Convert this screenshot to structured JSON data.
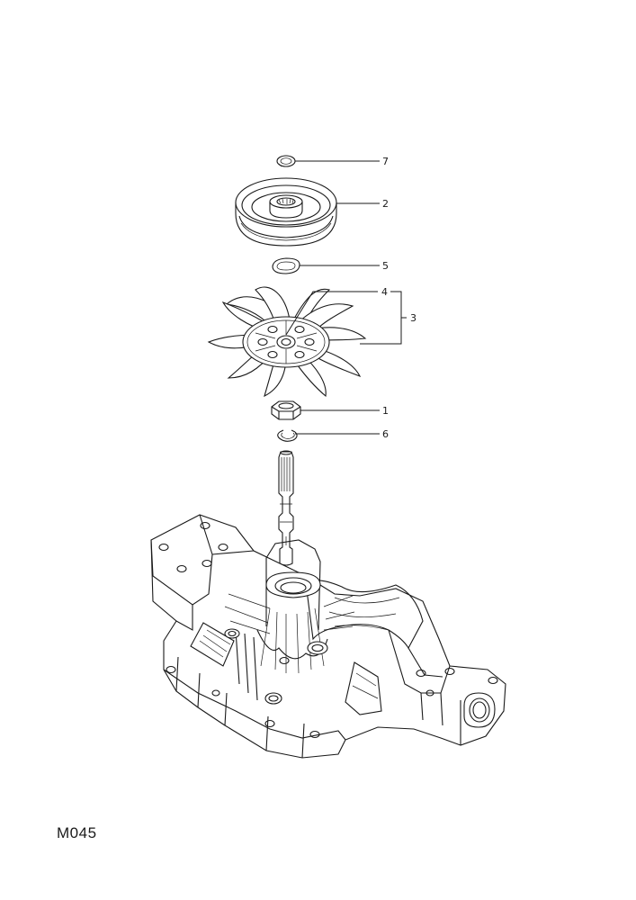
{
  "figure": {
    "code": "M045"
  },
  "callouts": [
    {
      "number": "7",
      "part": "retaining-ring"
    },
    {
      "number": "2",
      "part": "pulley"
    },
    {
      "number": "5",
      "part": "washer"
    },
    {
      "number": "4",
      "part": "fan-hub"
    },
    {
      "number": "3",
      "part": "fan-assembly"
    },
    {
      "number": "1",
      "part": "nut"
    },
    {
      "number": "6",
      "part": "snap-ring"
    }
  ]
}
